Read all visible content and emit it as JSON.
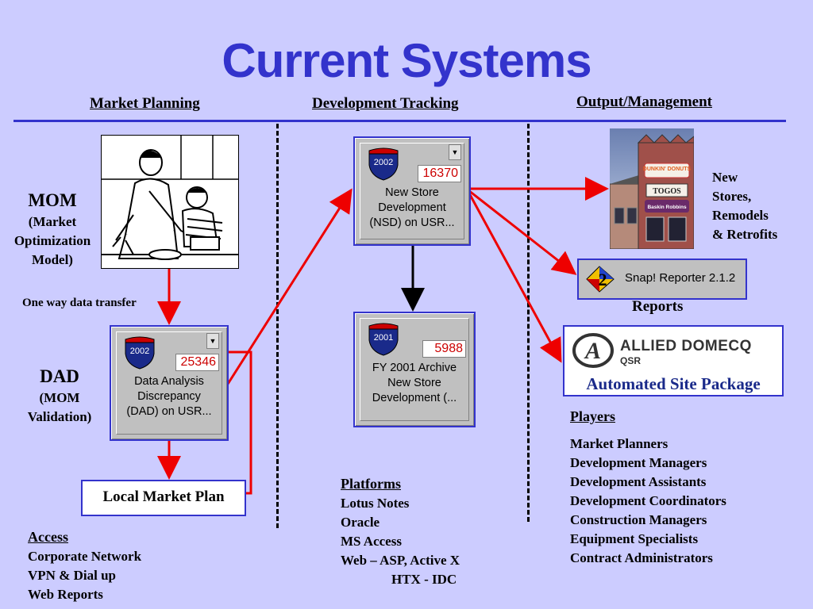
{
  "title": "Current Systems",
  "columns": {
    "market_planning": "Market Planning",
    "development_tracking": "Development Tracking",
    "output_management": "Output/Management"
  },
  "mom": {
    "name": "MOM",
    "line1": "(Market",
    "line2": "Optimization",
    "line3": "Model)"
  },
  "one_way": "One way data transfer",
  "dad": {
    "name": "DAD",
    "line1": "(MOM",
    "line2": "Validation)"
  },
  "local_market_plan": "Local Market Plan",
  "access": {
    "heading": "Access",
    "items": [
      "Corporate Network",
      "VPN & Dial up",
      "Web Reports"
    ]
  },
  "tiles": {
    "dad_db": {
      "year": "2002",
      "count": "25346",
      "lines": [
        "Data Analysis",
        "Discrepancy",
        "(DAD) on USR..."
      ]
    },
    "nsd_db": {
      "year": "2002",
      "count": "16370",
      "lines": [
        "New Store",
        "Development",
        "(NSD) on USR..."
      ]
    },
    "archive_db": {
      "year": "2001",
      "count": "5988",
      "lines": [
        "FY 2001 Archive",
        "New Store",
        "Development (..."
      ]
    }
  },
  "platforms": {
    "heading": "Platforms",
    "items": [
      "Lotus Notes",
      "Oracle",
      "MS Access",
      "Web – ASP, Active X"
    ],
    "continuation": "HTX - IDC"
  },
  "new_stores": {
    "line1": "New",
    "line2": "Stores,",
    "line3": "Remodels",
    "line4": "& Retrofits"
  },
  "store_signs": [
    "DUNKIN' DONUTS",
    "TOGOS",
    "Baskin Robbins"
  ],
  "snap_reporter": "Snap! Reporter 2.1.2",
  "reports": "Reports",
  "allied": {
    "brand": "ALLIED DOMECQ",
    "sub": "QSR",
    "package": "Automated Site Package"
  },
  "players": {
    "heading": "Players",
    "items": [
      "Market Planners",
      "Development Managers",
      "Development Assistants",
      "Development Coordinators",
      "Construction Managers",
      "Equipment Specialists",
      "Contract Administrators"
    ]
  },
  "colors": {
    "title_blue": "#3333cc",
    "background": "#ccccff",
    "arrow_red": "#ee0000"
  }
}
